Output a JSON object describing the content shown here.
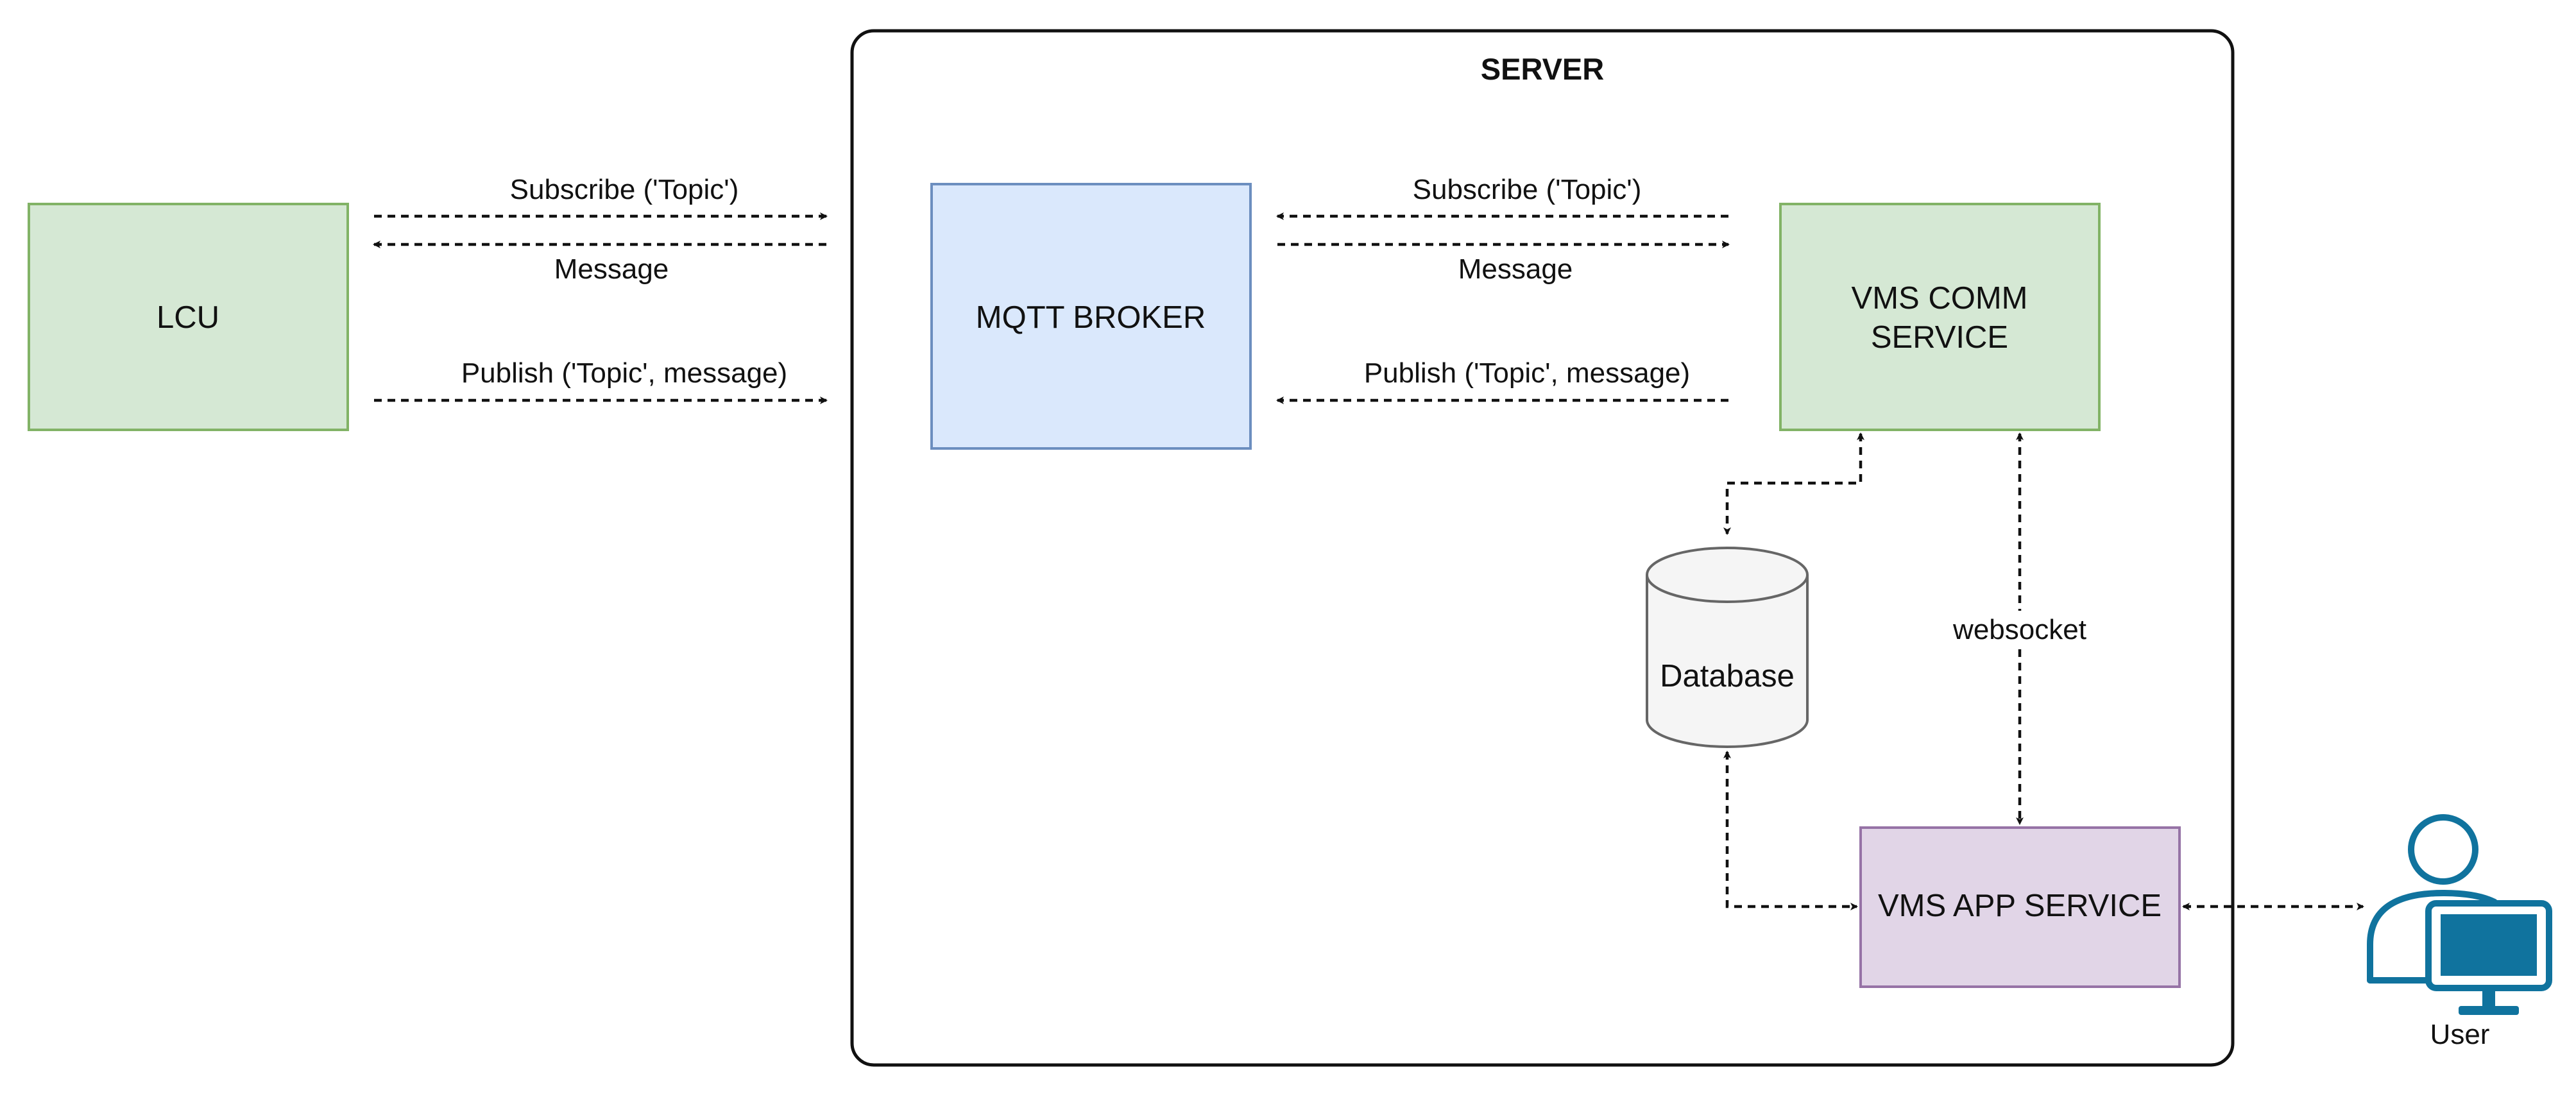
{
  "server": {
    "title": "SERVER"
  },
  "nodes": {
    "lcu": {
      "label": "LCU",
      "fill": "#d5e8d4",
      "stroke": "#82b366"
    },
    "mqtt_broker": {
      "label": "MQTT BROKER",
      "fill": "#dae8fc",
      "stroke": "#6c8ebf"
    },
    "vms_comm_service": {
      "label_line1": "VMS COMM",
      "label_line2": "SERVICE",
      "fill": "#d5e8d4",
      "stroke": "#82b366"
    },
    "database": {
      "label": "Database",
      "fill": "#f5f5f5",
      "stroke": "#666666"
    },
    "vms_app_service": {
      "label": "VMS APP SERVICE",
      "fill": "#e1d5e7",
      "stroke": "#9673a6"
    },
    "user": {
      "label": "User",
      "icon": "user-computer-icon",
      "color": "#10739e"
    }
  },
  "edges": {
    "lcu_subscribe": "Subscribe ('Topic')",
    "lcu_message": "Message",
    "lcu_publish": "Publish ('Topic', message)",
    "comm_subscribe": "Subscribe ('Topic')",
    "comm_message": "Message",
    "comm_publish": "Publish ('Topic', message)",
    "websocket": "websocket"
  }
}
